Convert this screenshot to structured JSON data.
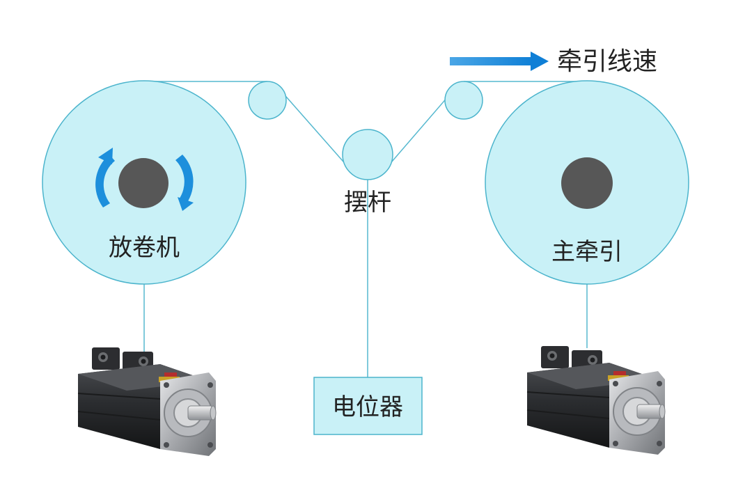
{
  "labels": {
    "unwinder": "放卷机",
    "dancer": "摆杆",
    "main_traction": "主牵引",
    "traction_speed": "牵引线速",
    "potentiometer": "电位器"
  },
  "colors": {
    "roll_fill": "#c9f1f7",
    "roll_stroke": "#4bb4cc",
    "line": "#55b8cf",
    "hub": "#575757",
    "arrow_blue": "#1d8fdc",
    "text": "#222222"
  },
  "icons": {
    "rotation": "rotation-arrows-icon",
    "speed_arrow": "arrow-right-icon",
    "motor": "servo-motor-icon"
  }
}
